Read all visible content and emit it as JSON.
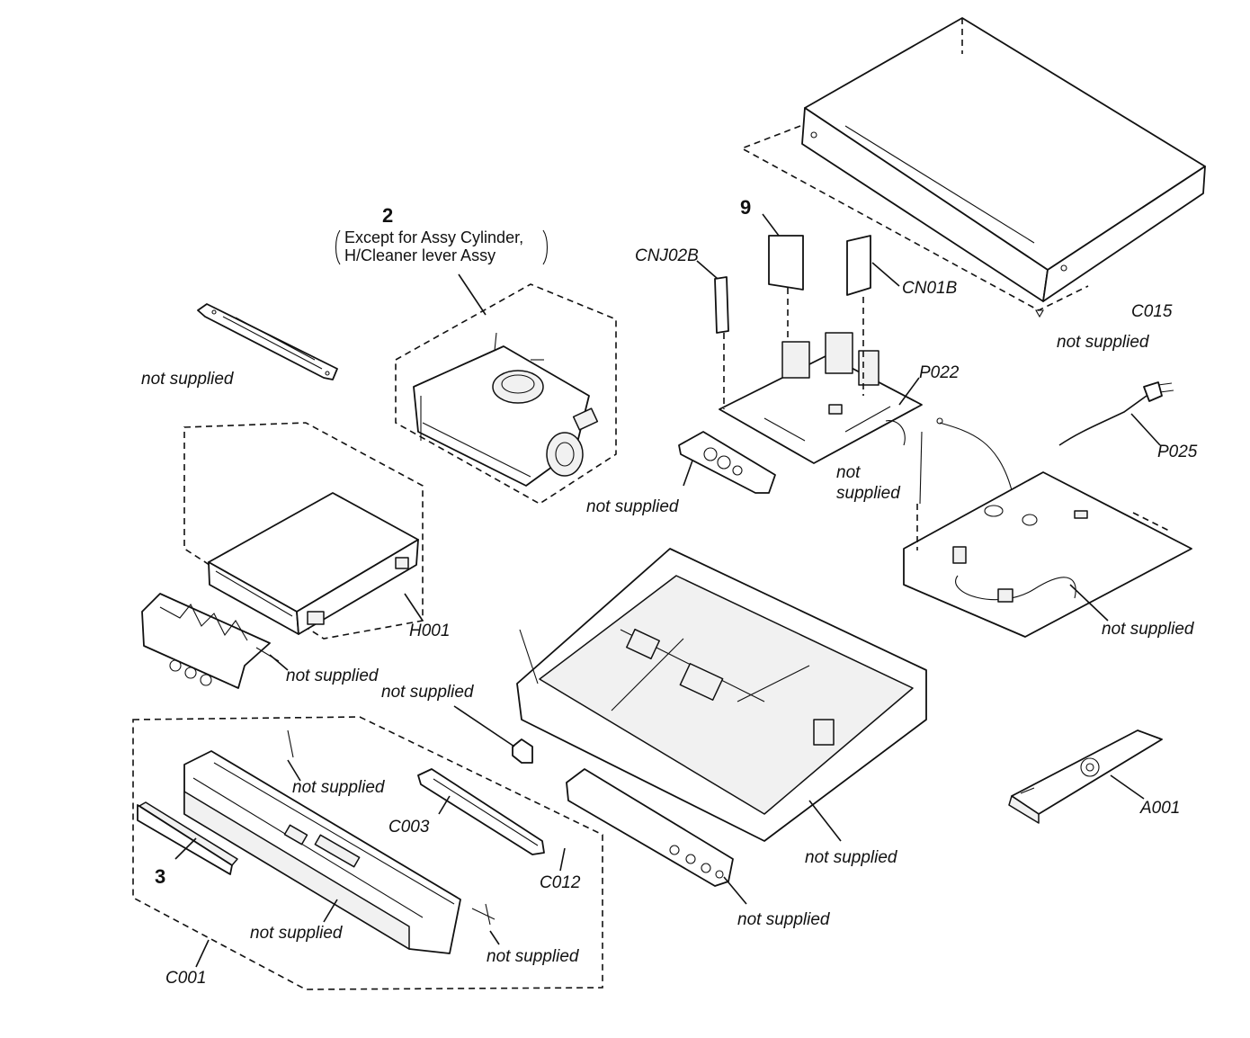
{
  "diagram": {
    "labels": {
      "item_2": "2",
      "item_2_note_line1": "Except for Assy Cylinder,",
      "item_2_note_line2": "H/Cleaner lever Assy",
      "item_9": "9",
      "item_3": "3",
      "cnj02b": "CNJ02B",
      "cn01b": "CN01B",
      "c015": "C015",
      "p022": "P022",
      "p025": "P025",
      "h001": "H001",
      "a001": "A001",
      "c001": "C001",
      "c003": "C003",
      "c012": "C012"
    },
    "not_supplied": {
      "text": "not supplied",
      "line1": "not",
      "line2": "supplied"
    }
  }
}
